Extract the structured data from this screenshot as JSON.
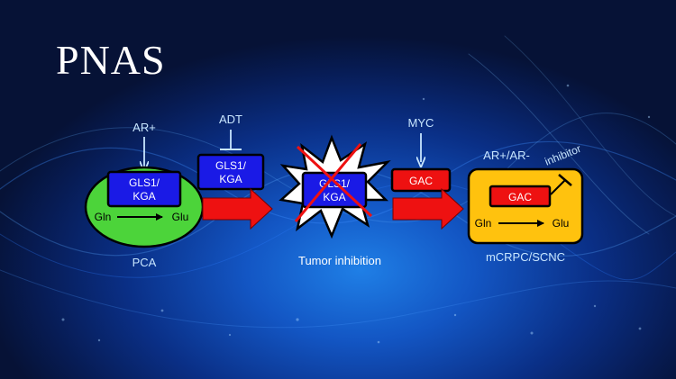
{
  "logo": "PNAS",
  "pca": {
    "regulator": "AR+",
    "enzyme_line1": "GLS1/",
    "enzyme_line2": "KGA",
    "substrate": "Gln",
    "product": "Glu",
    "label": "PCA"
  },
  "adt": {
    "regulator": "ADT",
    "enzyme_line1": "GLS1/",
    "enzyme_line2": "KGA"
  },
  "tumor": {
    "enzyme_line1": "GLS1/",
    "enzyme_line2": "KGA",
    "label": "Tumor inhibition"
  },
  "myc": {
    "regulator": "MYC",
    "enzyme": "GAC"
  },
  "crpc": {
    "regulator": "AR+/AR-",
    "inhibitor": "inhibitor",
    "enzyme": "GAC",
    "substrate": "Gln",
    "product": "Glu",
    "label": "mCRPC/SCNC"
  },
  "colors": {
    "enzyme_blue": "#1a1ae6",
    "gac_red": "#ee1111",
    "cell_green": "#4cd43a",
    "crpc_orange": "#ffc20e",
    "arrow_red": "#ee1111",
    "text_light": "#c8e6ff"
  }
}
